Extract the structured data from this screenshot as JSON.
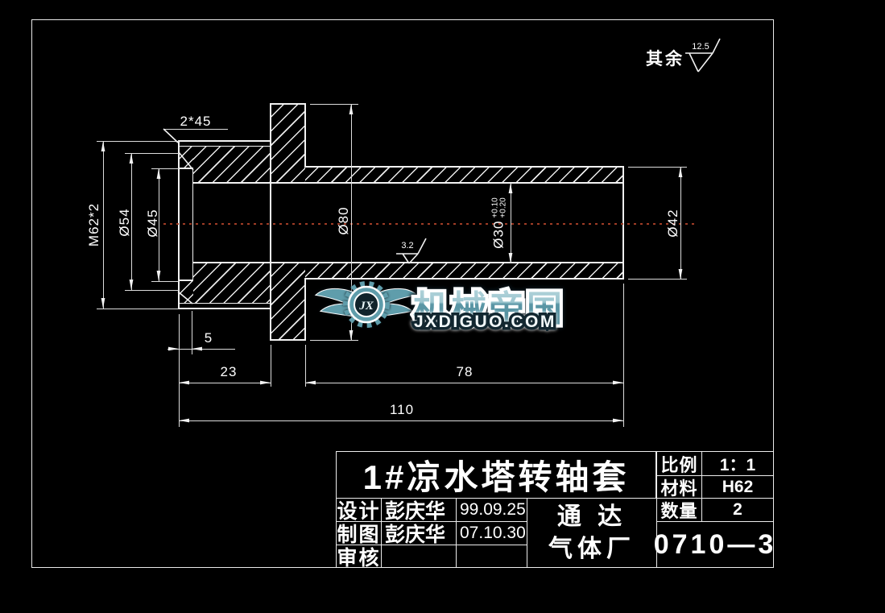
{
  "colors": {
    "background": "#000000",
    "line": "#f2f2f2",
    "centerline": "#a03c26",
    "watermark_teal": "#6fa9b7"
  },
  "surface_note": {
    "prefix": "其余",
    "roughness": "12.5"
  },
  "dims": {
    "chamfer": "2*45",
    "thread": "M62*2",
    "dia54": "Ø54",
    "dia45": "Ø45",
    "dia80": "Ø80",
    "dia30": "Ø30",
    "dia30_tol_top": "+0.10",
    "dia30_tol_bottom": "+0.20",
    "dia42": "Ø42",
    "bore_roughness": "3.2",
    "len_5": "5",
    "len_23": "23",
    "len_78": "78",
    "len_110": "110"
  },
  "watermark": {
    "initials": "JX",
    "brand": "机械帝国",
    "site": "JXDIGUO.COM"
  },
  "title_block": {
    "part_title": "1#凉水塔转轴套",
    "sign_rows": [
      {
        "role": "设计",
        "name": "彭庆华",
        "date": "99.09.25"
      },
      {
        "role": "制图",
        "name": "彭庆华",
        "date": "07.10.30"
      },
      {
        "role": "审核",
        "name": "",
        "date": ""
      }
    ],
    "company_top": "通 达",
    "company_bottom": "气体厂",
    "scale_label": "比例",
    "scale_value": "1：1",
    "material_label": "材料",
    "material_value": "H62",
    "quantity_label": "数量",
    "quantity_value": "2",
    "drawing_number": "0710—3"
  }
}
